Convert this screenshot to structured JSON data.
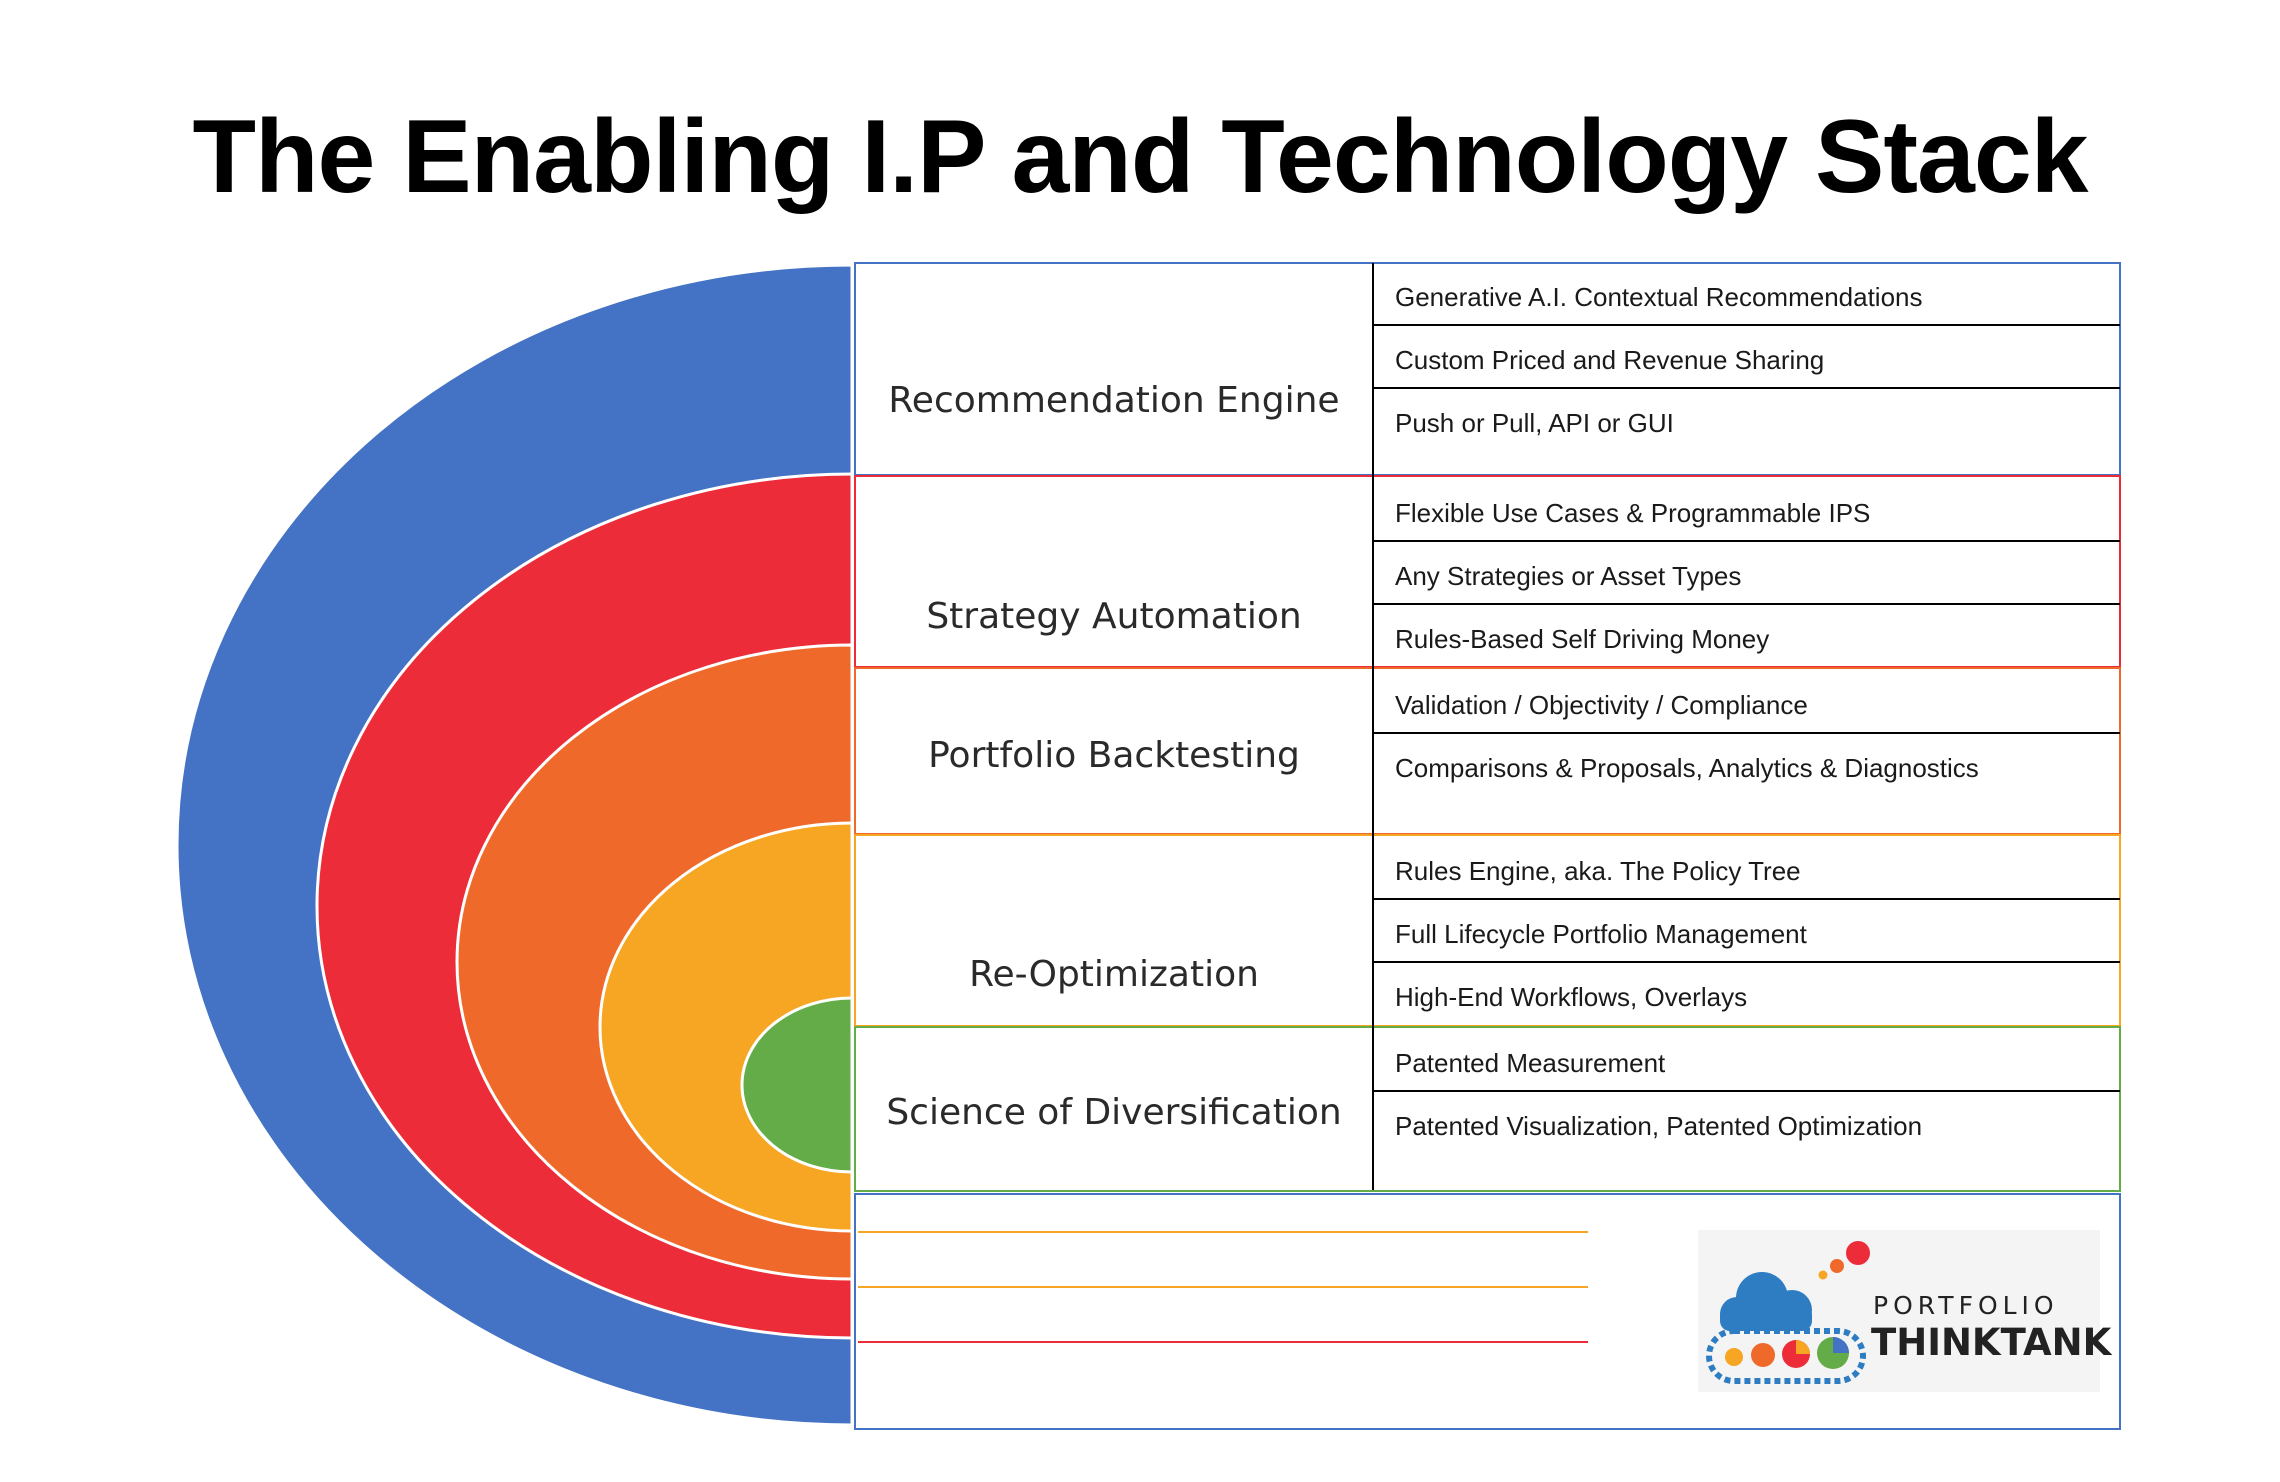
{
  "title": "The Enabling I.P and Technology Stack",
  "colors": {
    "blue": "#4472C4",
    "red": "#EC2C38",
    "orange": "#EF6A2A",
    "amber": "#F6A623",
    "green": "#64AC47"
  },
  "layers": [
    {
      "label": "Recommendation Engine",
      "color": "#4472C4",
      "items": [
        "Generative A.I. Contextual Recommendations",
        "Custom Priced and Revenue Sharing",
        "Push or Pull, API or GUI"
      ]
    },
    {
      "label": "Strategy Automation",
      "color": "#EC2C38",
      "items": [
        "Flexible Use Cases & Programmable IPS",
        "Any Strategies or Asset Types",
        "Rules-Based Self Driving Money"
      ]
    },
    {
      "label": "Portfolio Backtesting",
      "color": "#EF6A2A",
      "items": [
        "Validation / Objectivity / Compliance",
        "Comparisons & Proposals, Analytics & Diagnostics"
      ]
    },
    {
      "label": "Re-Optimization",
      "color": "#F6A623",
      "items": [
        "Rules Engine, aka. The Policy Tree",
        "Full Lifecycle Portfolio Management",
        "High-End Workflows, Overlays"
      ]
    },
    {
      "label": "Science of Diversification",
      "color": "#64AC47",
      "items": [
        "Patented Measurement",
        "Patented Visualization, Patented Optimization"
      ]
    }
  ],
  "logo": {
    "top": "PORTFOLIO",
    "bottom": "THINKTANK"
  }
}
